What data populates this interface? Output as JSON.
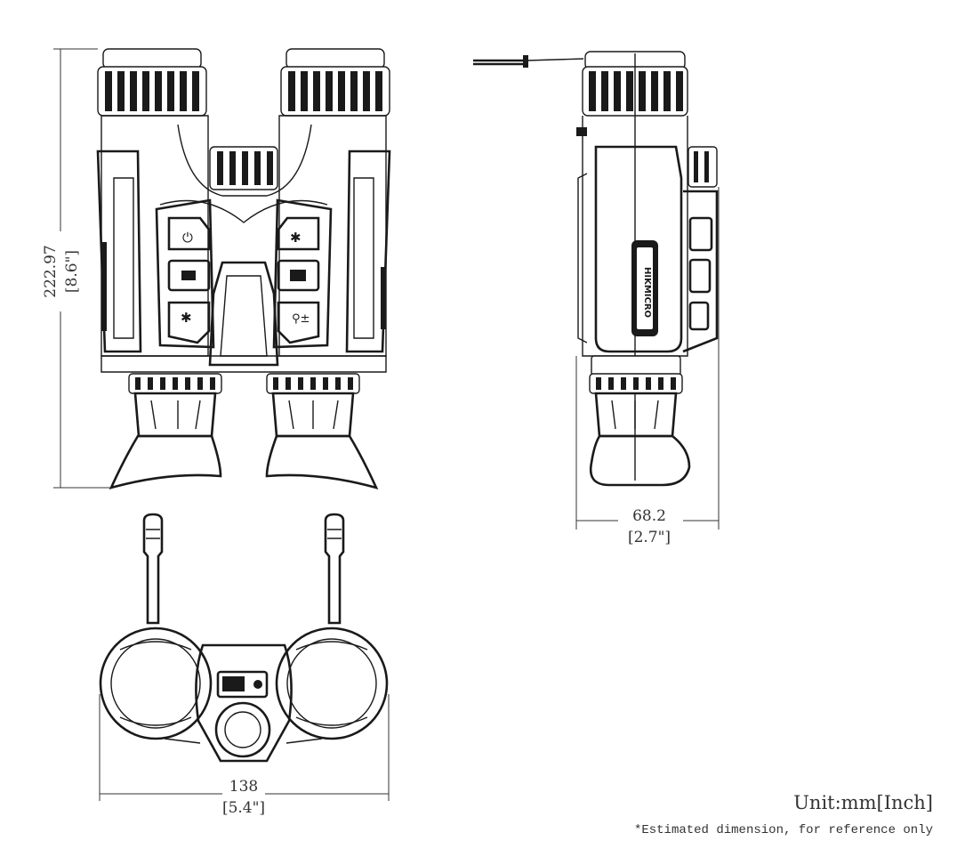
{
  "dimensions": {
    "height": {
      "value": "222.97",
      "inch": "[8.6\"]"
    },
    "depth": {
      "value": "68.2",
      "inch": "[2.7\"]"
    },
    "width": {
      "value": "138",
      "inch": "[5.4\"]"
    }
  },
  "notes": {
    "unit": "Unit:mm[Inch]",
    "disclaimer": "*Estimated dimension, for reference only"
  },
  "logo": "HIKMICRO"
}
